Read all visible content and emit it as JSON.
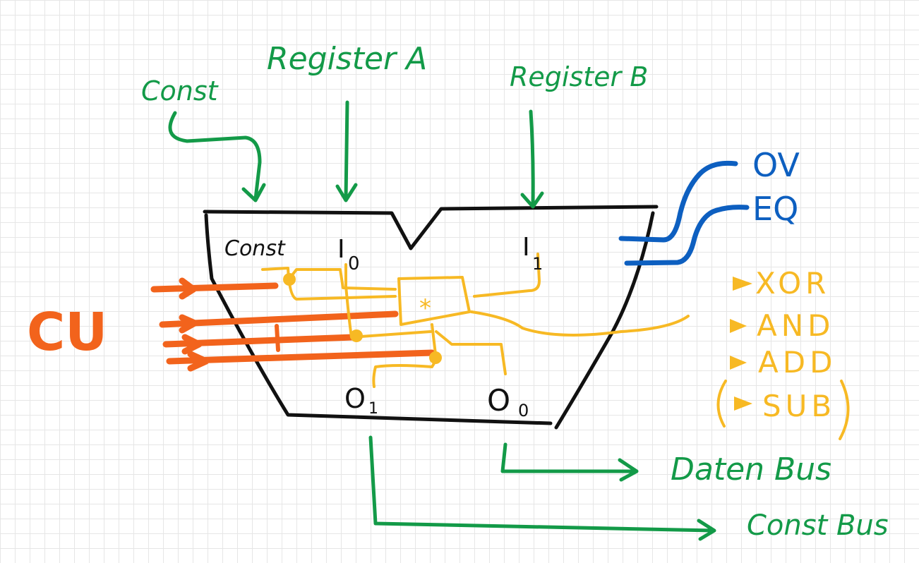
{
  "inputs": {
    "const": "Const",
    "register_a": "Register A",
    "register_b": "Register B"
  },
  "alu": {
    "port_const": "Const",
    "port_i0": "I",
    "port_i0_sub": "0",
    "port_i1": "I",
    "port_i1_sub": "1",
    "port_o1": "O",
    "port_o1_sub": "1",
    "port_o0": "O",
    "port_o0_sub": "0",
    "operation_symbol": "*"
  },
  "control_unit": {
    "label": "CU"
  },
  "flags": [
    "OV",
    "EQ"
  ],
  "operations": [
    "XOR",
    "AND",
    "ADD",
    "SUB"
  ],
  "outputs": {
    "daten_bus": "Daten Bus",
    "const_bus": "Const Bus"
  },
  "colors": {
    "data_path": "#139a48",
    "alu_outline": "#111111",
    "operations": "#f7b924",
    "control": "#f2631c",
    "flags": "#0d5fc0"
  }
}
